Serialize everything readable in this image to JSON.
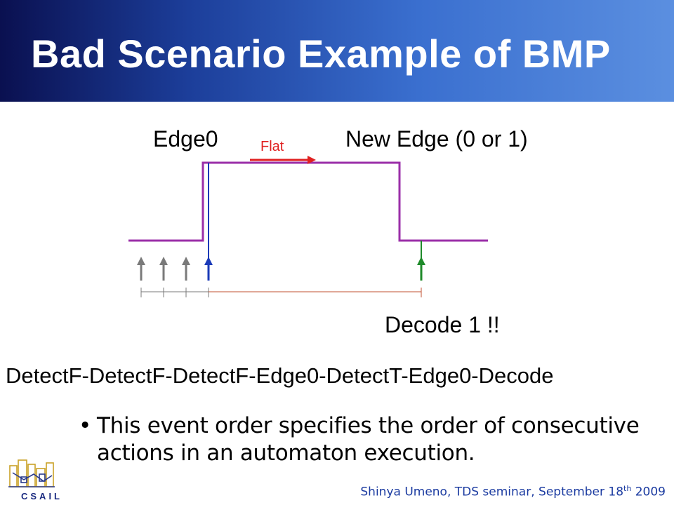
{
  "slide": {
    "title": "Bad Scenario Example of BMP",
    "labels": {
      "edge0": "Edge0",
      "new_edge": "New Edge (0 or 1)",
      "flat": "Flat",
      "decode": "Decode 1 !!"
    },
    "sequence": "DetectF-DetectF-DetectF-Edge0-DetectT-Edge0-Decode",
    "bullet": {
      "marker": "•",
      "text": "This event order specifies the order of consecutive actions in an automaton execution."
    },
    "footer": {
      "prefix": "Shinya Umeno, TDS seminar, September 18",
      "superscript": "th",
      "suffix": " 2009"
    },
    "logo": {
      "text": "CSAIL"
    }
  },
  "colors": {
    "signal": "#9b2fa8",
    "edge0_marker": "#1a3ab8",
    "decode_marker": "#1f8a2a",
    "detect_arrows": "#7a7a7a",
    "flat_arrow": "#e02020",
    "timeline": "#c05030"
  }
}
